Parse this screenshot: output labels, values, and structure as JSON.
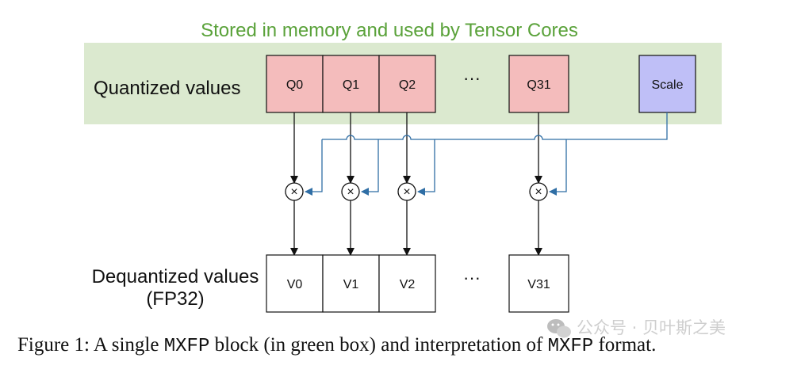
{
  "diagram": {
    "memory_title": "Stored in memory and used by Tensor Cores",
    "quantized_label": "Quantized values",
    "dequantized_label_line1": "Dequantized values",
    "dequantized_label_line2": "(FP32)",
    "quantized_boxes": [
      "Q0",
      "Q1",
      "Q2",
      "Q31"
    ],
    "scale_box": "Scale",
    "ellipsis": "···",
    "multiply_symbol": "×",
    "dequantized_boxes": [
      "V0",
      "V1",
      "V2",
      "V31"
    ]
  },
  "caption": {
    "part1": "Figure 1: A single ",
    "mono1": "MXFP",
    "part2": " block (in green box) and interpretation of ",
    "mono2": "MXFP",
    "part3": " format."
  },
  "watermark": {
    "text": "公众号 · 贝叶斯之美"
  },
  "colors": {
    "green_region": "#dbe9cf",
    "memory_title": "#5aa23a",
    "quantized_fill": "#f4bcbc",
    "scale_fill": "#bfbff7",
    "scale_line": "#2f6ea5",
    "black_line": "#111111"
  },
  "icons": {
    "multiply": "circled-multiply-icon",
    "wechat": "wechat-icon"
  }
}
